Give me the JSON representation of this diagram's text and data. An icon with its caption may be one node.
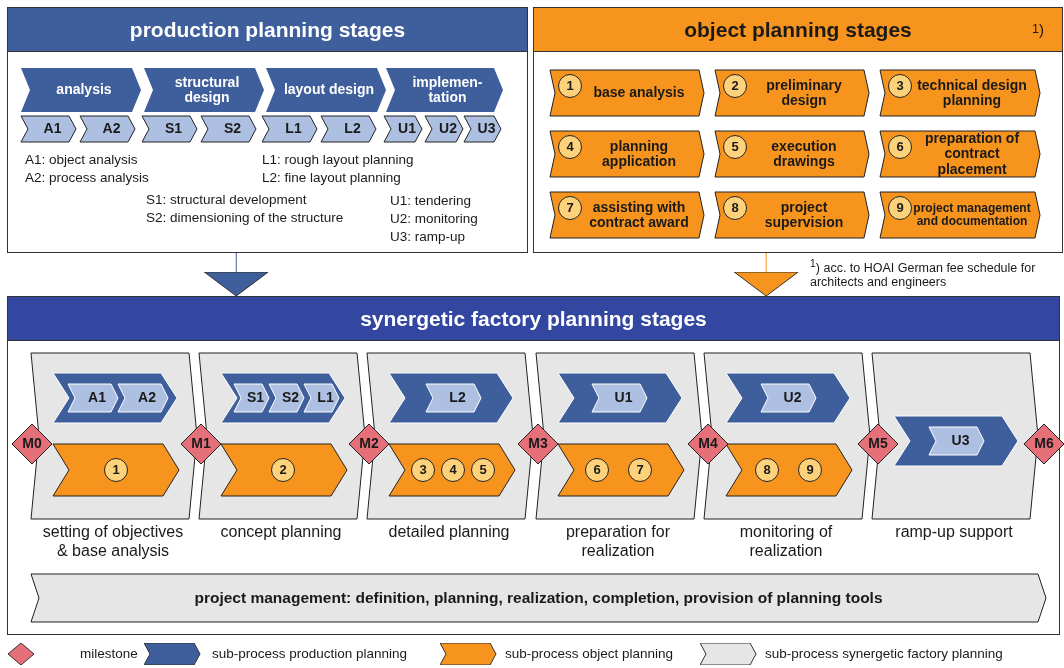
{
  "diagram": {
    "nodes": [
      {
        "text": [
          "production planning stages"
        ]
      },
      {
        "text": [
          "analysis"
        ],
        "in": 0
      },
      {
        "text": [
          "structural design"
        ],
        "in": 0
      },
      {
        "text": [
          "layout design"
        ],
        "in": 0
      },
      {
        "text": [
          "implemen- tation"
        ],
        "in": 0
      },
      {
        "text": [
          "A1"
        ],
        "in": 0
      },
      {
        "text": [
          "A2"
        ],
        "in": 0
      },
      {
        "text": [
          "S1"
        ],
        "in": 0
      },
      {
        "text": [
          "S2"
        ],
        "in": 0
      },
      {
        "text": [
          "L1"
        ],
        "in": 0
      },
      {
        "text": [
          "L2"
        ],
        "in": 0
      },
      {
        "text": [
          "U1"
        ],
        "in": 0
      },
      {
        "text": [
          "U2"
        ],
        "in": 0
      },
      {
        "text": [
          "U3"
        ],
        "in": 0
      },
      {
        "text": [
          "object planning stages",
          "$^{1}$)"
        ]
      },
      {
        "text": [
          "base analysis"
        ],
        "in": 14
      },
      {
        "text": [
          "1"
        ],
        "in": 15
      },
      {
        "text": [
          "preliminary design"
        ],
        "in": 14
      },
      {
        "text": [
          "2"
        ],
        "in": 17
      },
      {
        "text": [
          "technical design planning"
        ],
        "in": 14
      },
      {
        "text": [
          "3"
        ],
        "in": 19
      },
      {
        "text": [
          "planning application"
        ],
        "in": 14
      },
      {
        "text": [
          "4"
        ],
        "in": 21
      },
      {
        "text": [
          "execution drawings"
        ],
        "in": 14
      },
      {
        "text": [
          "5"
        ],
        "in": 23
      },
      {
        "text": [
          "preparation of contract placement"
        ],
        "in": 14
      },
      {
        "text": [
          "6"
        ],
        "in": 25
      },
      {
        "text": [
          "assisting with contract award"
        ],
        "in": 14
      },
      {
        "text": [
          "7"
        ],
        "in": 27
      },
      {
        "text": [
          "project supervision"
        ],
        "in": 14
      },
      {
        "text": [
          "8"
        ],
        "in": 29
      },
      {
        "text": [
          "project management and documentation"
        ],
        "in": 14
      },
      {
        "text": [
          "9"
        ],
        "in": 31
      },
      {
        "text": [
          "synergetic factory planning stages"
        ]
      },
      {
        "text": [],
        "shape": "box",
        "in": 33,
        "beside": [
          "setting of objectives & base analysis"
        ]
      },
      {
        "text": [],
        "shape": "chevron",
        "in": 34
      },
      {
        "text": [
          "A1"
        ],
        "in": 35
      },
      {
        "text": [
          "A2"
        ],
        "in": 35
      },
      {
        "text": [],
        "shape": "chevron",
        "in": 34
      },
      {
        "text": [
          "1"
        ],
        "in": 38
      },
      {
        "text": [],
        "shape": "box",
        "in": 33,
        "beside": [
          "concept planning"
        ]
      },
      {
        "text": [],
        "shape": "chevron",
        "in": 40
      },
      {
        "text": [
          "S1"
        ],
        "in": 41
      },
      {
        "text": [
          "S2"
        ],
        "in": 41
      },
      {
        "text": [
          "L1"
        ],
        "in": 41
      },
      {
        "text": [],
        "shape": "chevron",
        "in": 40
      },
      {
        "text": [
          "2"
        ],
        "in": 45
      },
      {
        "text": [],
        "shape": "box",
        "in": 33,
        "beside": [
          "detailed planning"
        ]
      },
      {
        "text": [],
        "shape": "chevron",
        "in": 47
      },
      {
        "text": [
          "L2"
        ],
        "in": 48
      },
      {
        "text": [],
        "shape": "chevron",
        "in": 47
      },
      {
        "text": [
          "3"
        ],
        "in": 50
      },
      {
        "text": [
          "4"
        ],
        "in": 50
      },
      {
        "text": [
          "5"
        ],
        "in": 50
      },
      {
        "text": [],
        "shape": "box",
        "in": 33,
        "beside": [
          "preparation for realization"
        ]
      },
      {
        "text": [],
        "shape": "chevron",
        "in": 54
      },
      {
        "text": [
          "U1"
        ],
        "in": 55
      },
      {
        "text": [],
        "shape": "chevron",
        "in": 54
      },
      {
        "text": [
          "6"
        ],
        "in": 57
      },
      {
        "text": [
          "7"
        ],
        "in": 57
      },
      {
        "text": [],
        "shape": "box",
        "in": 33,
        "beside": [
          "monitoring of realization"
        ]
      },
      {
        "text": [],
        "shape": "chevron",
        "in": 60
      },
      {
        "text": [
          "U2"
        ],
        "in": 61
      },
      {
        "text": [],
        "shape": "chevron",
        "in": 60
      },
      {
        "text": [
          "8"
        ],
        "in": 63
      },
      {
        "text": [
          "9"
        ],
        "in": 63
      },
      {
        "text": [],
        "shape": "box",
        "in": 33,
        "beside": [
          "ramp-up support"
        ]
      },
      {
        "text": [],
        "shape": "chevron",
        "in": 66
      },
      {
        "text": [
          "U3"
        ],
        "in": 67
      },
      {
        "text": [
          "M0"
        ],
        "in": 33
      },
      {
        "text": [
          "M1"
        ],
        "in": 33
      },
      {
        "text": [
          "M2"
        ],
        "in": 33
      },
      {
        "text": [
          "M3"
        ],
        "in": 33
      },
      {
        "text": [
          "M4"
        ],
        "in": 33
      },
      {
        "text": [
          "M5"
        ],
        "in": 33
      },
      {
        "text": [
          "M6"
        ],
        "in": 33
      },
      {
        "text": [
          "project management: definition, planning, realization, completion, provision of planning tools"
        ],
        "in": 33
      }
    ],
    "edges": [
      {
        "from": 0,
        "to": 33,
        "arrow": "to",
        "color": "#3f5f9c"
      },
      {
        "from": 14,
        "to": 33,
        "arrow": "to",
        "color": "#f7941d"
      }
    ],
    "labels": [
      "A1: object analysis",
      "L1: rough layout planning",
      "A2: process analysis",
      "L2: fine layout planning",
      "S1: structural development",
      "U1: tendering",
      "S2: dimensioning of the structure",
      "U2: monitoring",
      "U3: ramp-up",
      "$^{1}$) acc. to HOAI German fee schedule for architects and engineers"
    ],
    "legend": [
      {
        "text": "milestone",
        "color": "#e5707a"
      },
      {
        "text": "sub-process production planning",
        "color": "#3f5f9c"
      },
      {
        "text": "sub-process object planning",
        "color": "#f7941d"
      },
      {
        "text": "sub-process synergetic factory planning",
        "color": "#e6e6e6"
      }
    ]
  }
}
